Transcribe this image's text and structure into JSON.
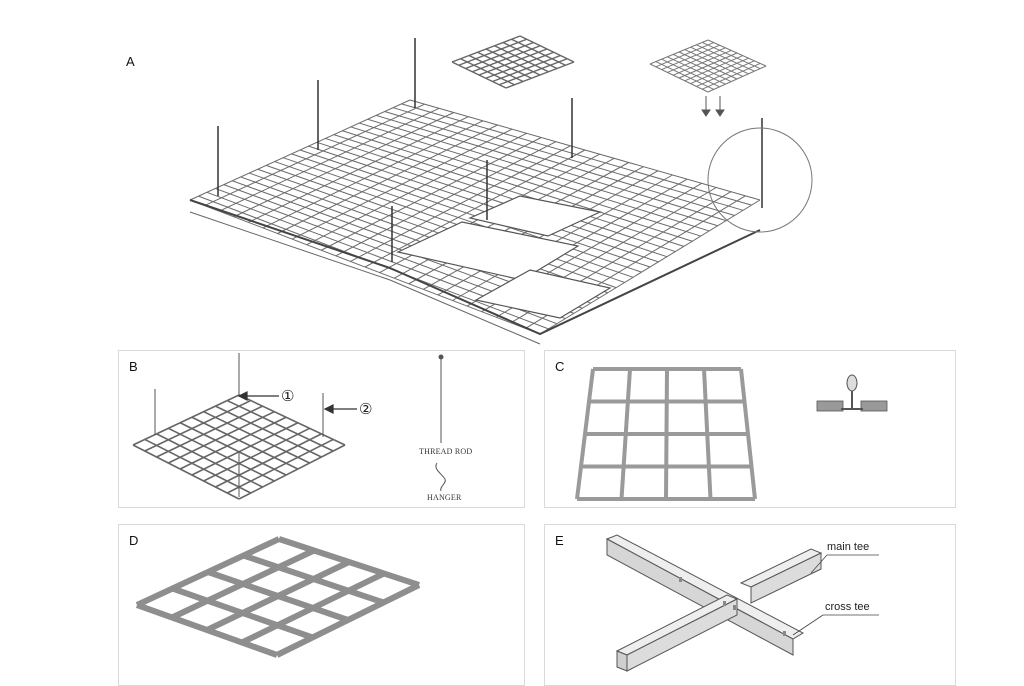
{
  "panels": {
    "a": {
      "label": "A"
    },
    "b": {
      "label": "B",
      "marker_1": "①",
      "marker_2": "②",
      "thread_rod": "THREAD ROD",
      "hanger": "HANGER"
    },
    "c": {
      "label": "C"
    },
    "d": {
      "label": "D"
    },
    "e": {
      "label": "E",
      "main_tee": "main tee",
      "cross_tee": "cross tee"
    }
  },
  "colors": {
    "line": "#555555",
    "fill_top": "#eeeeee",
    "fill_side": "#cccccc",
    "border": "#d9d9d9"
  }
}
